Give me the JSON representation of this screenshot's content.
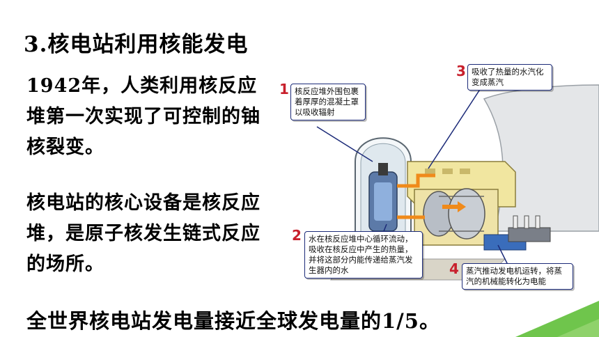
{
  "title": "3.核电站利用核能发电",
  "paragraph1": "1942年，人类利用核反应堆第一次实现了可控制的铀核裂变。",
  "paragraph2": "核电站的核心设备是核反应堆，是原子核发生链式反应的场所。",
  "footer": "全世界核电站发电量接近全球发电量的1/5。",
  "diagram": {
    "callouts": [
      {
        "number": "1",
        "text": "核反应堆外围包裹着厚厚的混凝土罩以吸收辐射"
      },
      {
        "number": "2",
        "text": "水在核反应堆中心循环流动，吸收在核反应中产生的热量，并将这部分内能传递给蒸汽发生器内的水"
      },
      {
        "number": "3",
        "text": "吸收了热量的水汽化变成蒸汽"
      },
      {
        "number": "4",
        "text": "蒸汽推动发电机运转，将蒸汽的机械能转化为电能"
      }
    ]
  },
  "colors": {
    "accent_green": "#6fc54c",
    "number_red": "#c8202c",
    "callout_border": "#1b2a78",
    "pipe_orange": "#f08a1a",
    "building_yellow": "#f1e6a0"
  }
}
